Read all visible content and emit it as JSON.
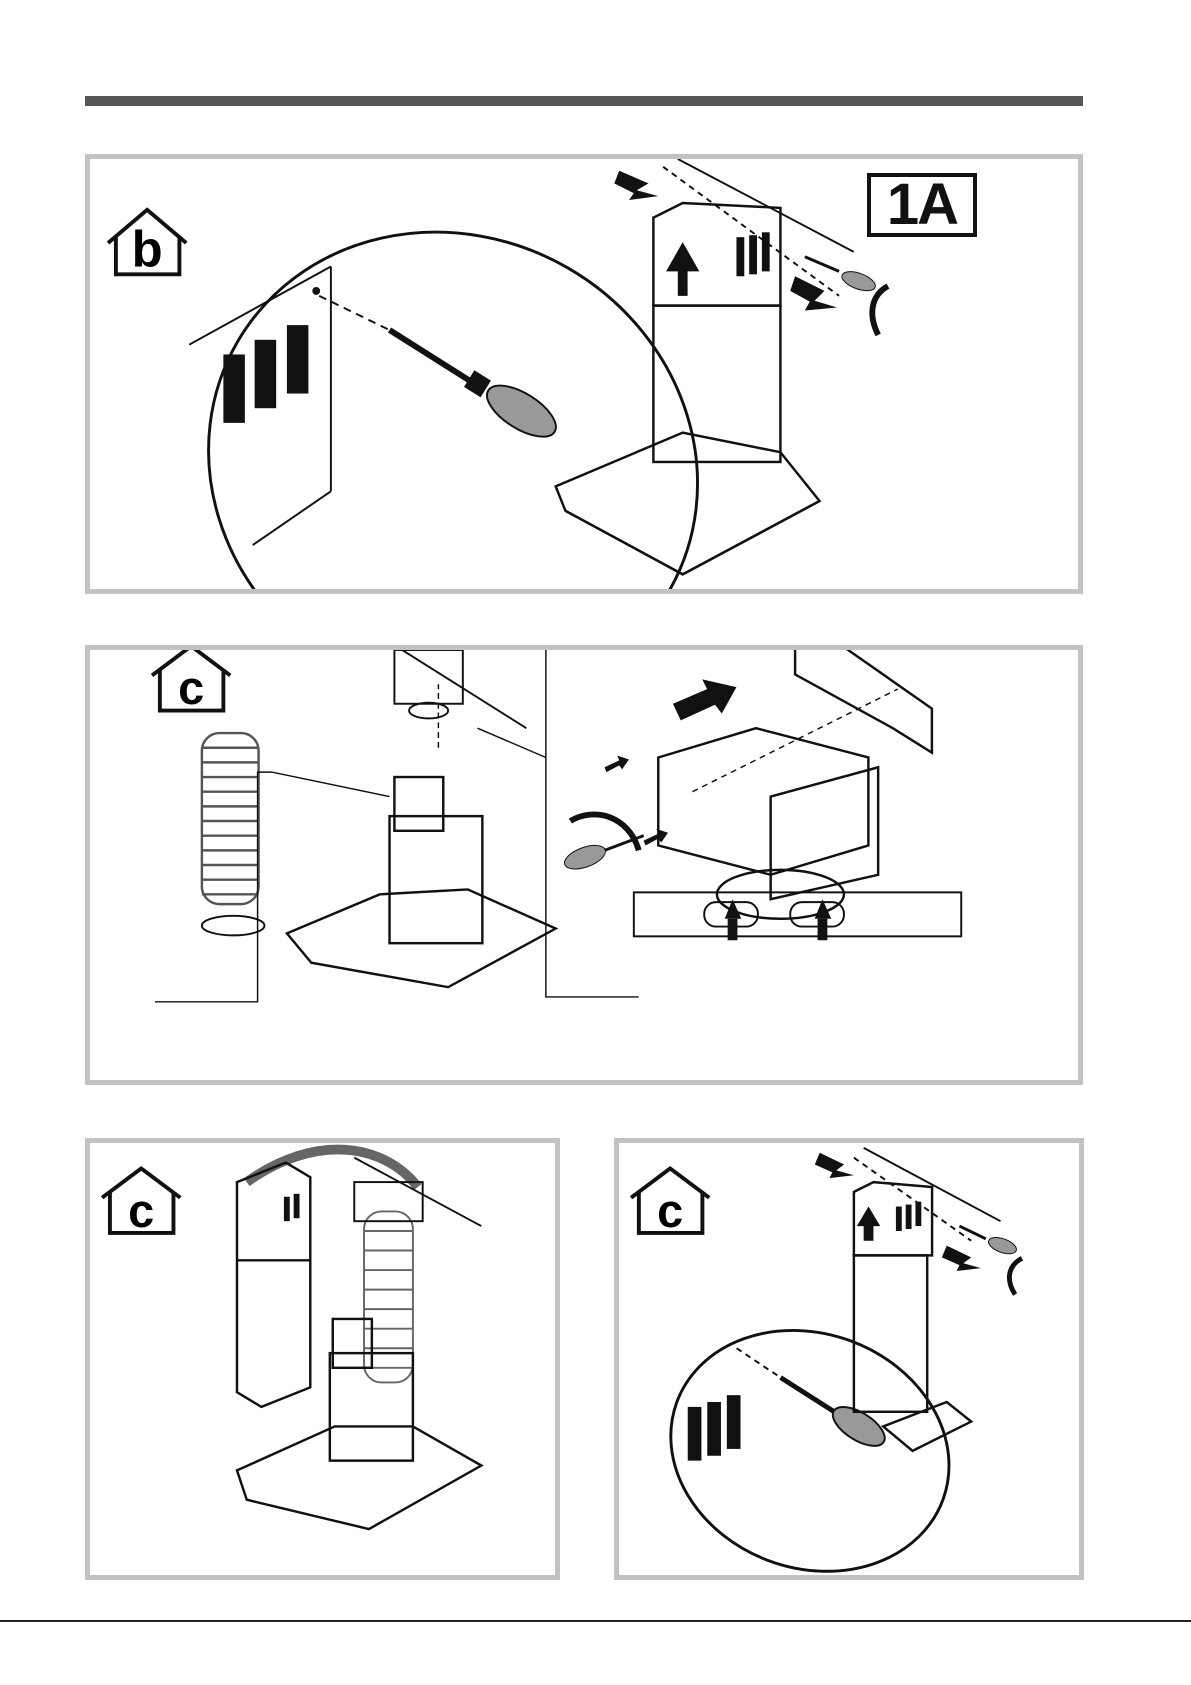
{
  "panels": [
    {
      "id": "panel-b",
      "house_letter": "b",
      "callout": "1A"
    },
    {
      "id": "panel-c-wide",
      "house_letter": "c"
    },
    {
      "id": "panel-c-left",
      "house_letter": "c"
    },
    {
      "id": "panel-c-right",
      "house_letter": "c"
    }
  ],
  "colors": {
    "frame": "#c2c2c2",
    "rule": "#555555",
    "ink": "#111111"
  },
  "icons": [
    "house-b-icon",
    "house-c-icon",
    "screwdriver-icon",
    "arrow-icon",
    "rotate-arrow-icon",
    "chimney-hood-icon",
    "flexible-duct-icon",
    "hose-clamp-icon",
    "mounting-bracket-icon",
    "fan-motor-icon"
  ]
}
